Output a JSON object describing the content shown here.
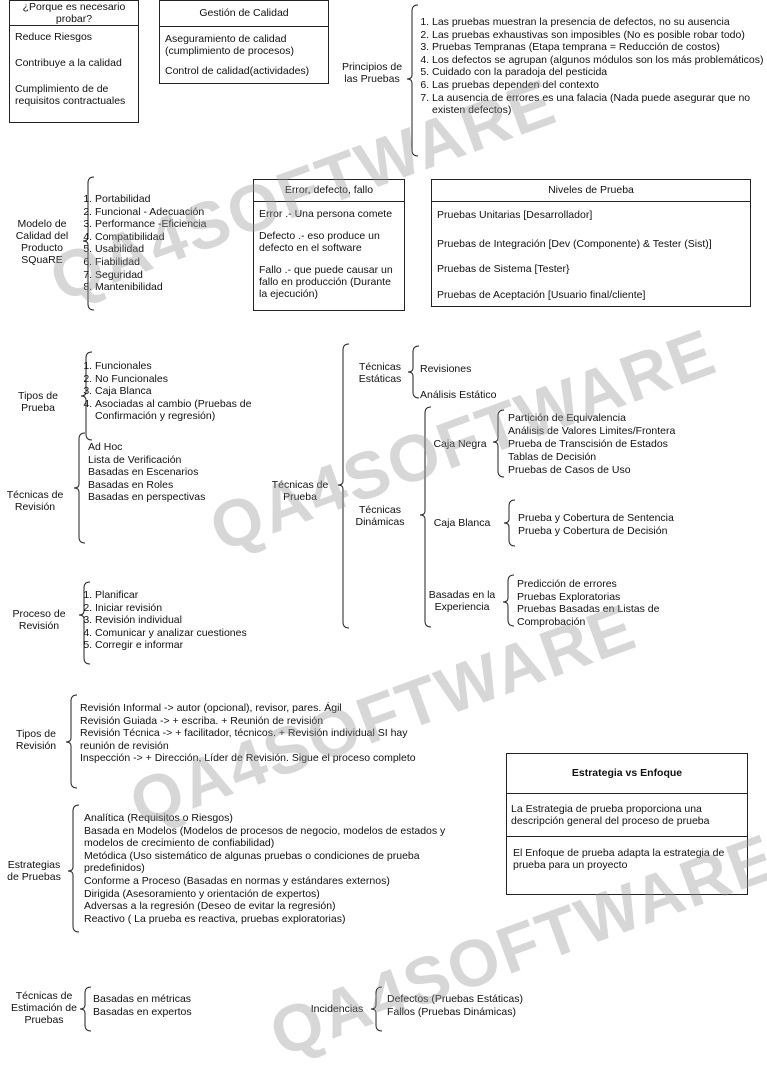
{
  "why_test": {
    "title": "¿Porque es necesario probar?",
    "items": [
      "Reduce Riesgos",
      "Contribuye  a la calidad",
      "Cumplimiento de de requisitos contractuales"
    ]
  },
  "quality_mgmt": {
    "title": "Gestión de Calidad",
    "items": [
      "Aseguramiento de calidad (cumplimiento de procesos)",
      "Control de calidad(actividades)"
    ]
  },
  "principles": {
    "label": "Principios de las Pruebas",
    "items": [
      "Las pruebas muestran la presencia de defectos, no su ausencia",
      "Las pruebas exhaustivas son imposibles (No es posible robar todo)",
      "Pruebas Tempranas (Etapa temprana = Reducción de costos)",
      "Los defectos se agrupan (algunos módulos son los más problemáticos)",
      "Cuidado con la paradoja del pesticida",
      "Las pruebas dependen del contexto",
      "La ausencia de errores es una falacia (Nada puede asegurar que no existen defectos)"
    ]
  },
  "square": {
    "label": "Modelo de Calidad del Producto SQuaRE",
    "items": [
      "Portabilidad",
      "Funcional - Adecuación",
      "Performance -Eficiencia",
      "Compatibilidad",
      "Usabilidad",
      "Fiabilidad",
      "Seguridad",
      "Mantenibilidad"
    ]
  },
  "error_defect": {
    "title": "Error, defecto, fallo",
    "items": [
      "Error .- Una persona comete",
      "Defecto .- eso produce un defecto en el software",
      "Fallo .- que puede causar un fallo en producción (Durante la ejecución)"
    ]
  },
  "test_levels": {
    "title": "Niveles de Prueba",
    "items": [
      "Pruebas Unitarias [Desarrollador]",
      "Pruebas de Integración [Dev (Componente) & Tester (Sist)]",
      "Pruebas de Sistema [Tester}",
      "Pruebas de Aceptación [Usuario final/cliente]"
    ]
  },
  "test_types": {
    "label": "Tipos de Prueba",
    "items": [
      "Funcionales",
      "No Funcionales",
      "Caja Blanca",
      " Asociadas al cambio (Pruebas de Confirmación y regresión)"
    ]
  },
  "review_techniques": {
    "label": "Técnicas de Revisión",
    "items": [
      "Ad Hoc",
      "Lista de Verificación",
      "Basadas en Escenarios",
      "Basadas en Roles",
      "Basadas en perspectivas"
    ]
  },
  "review_process": {
    "label": "Proceso de Revisión",
    "items": [
      "Planificar",
      "Iniciar revisión",
      "Revisión individual",
      "Comunicar y analizar cuestiones",
      "Corregir e informar"
    ]
  },
  "test_techniques": {
    "label": "Técnicas de Prueba",
    "static": {
      "label": "Técnicas Estáticas",
      "items": [
        "Revisiones",
        "Análisis Estático"
      ]
    },
    "dynamic": {
      "label": "Técnicas Dinámicas",
      "black_box": {
        "label": "Caja Negra",
        "items": [
          "Partición de Equivalencia",
          "Análisis de Valores Limites/Frontera",
          "Prueba de Transcisión de Estados",
          "Tablas de Decisión",
          "Pruebas de Casos de Uso"
        ]
      },
      "white_box": {
        "label": "Caja Blanca",
        "items": [
          "Prueba y Cobertura de Sentencia",
          "Prueba y Cobertura de Decisión"
        ]
      },
      "experience": {
        "label": "Basadas en la Experiencia",
        "items": [
          "Predicción de errores",
          "Pruebas Exploratorias",
          "Pruebas Basadas en Listas de Comprobación"
        ]
      }
    }
  },
  "review_types": {
    "label": "Tipos de Revisión",
    "items": [
      "Revisión Informal -> autor (opcional), revisor, pares. Ágil",
      "Revisión Guiada -> + escriba. + Reunión de revisión",
      "Revisión Técnica -> + facilitador, técnicos. + Revisión individual SI hay reunión de revisión",
      "Inspección -> + Dirección, Líder de Revisión. Sigue el proceso completo"
    ]
  },
  "strategy_vs_approach": {
    "title": "Estrategia vs Enfoque",
    "items": [
      "La Estrategia de prueba proporciona una descripción general del proceso de prueba",
      "El Enfoque de prueba adapta la estrategia de prueba para un proyecto"
    ]
  },
  "test_strategies": {
    "label": "Estrategias de Pruebas",
    "items": [
      "Analítica (Requisitos o Riesgos)",
      "Basada en Modelos (Modelos de procesos de negocio, modelos de estados y modelos de crecimiento de confiabilidad)",
      "Metódica (Uso sistemático de algunas pruebas o condiciones de prueba predefinidos)",
      "Conforme a Proceso (Basadas en normas y estándares externos)",
      "Dirigida (Asesoramiento y orientación de expertos)",
      "Adversas a la regresión (Deseo de evitar la regresión)",
      "Reactivo ( La prueba es reactiva, pruebas exploratorias)"
    ]
  },
  "estimation": {
    "label": "Técnicas de Estimación de Pruebas",
    "items": [
      "Basadas en métricas",
      "Basadas en expertos"
    ]
  },
  "incidents": {
    "label": "Incidencias",
    "items": [
      "Defectos (Pruebas Estáticas)",
      "Fallos (Pruebas Dinámicas)"
    ]
  },
  "watermark": "QA4SOFTWARE"
}
